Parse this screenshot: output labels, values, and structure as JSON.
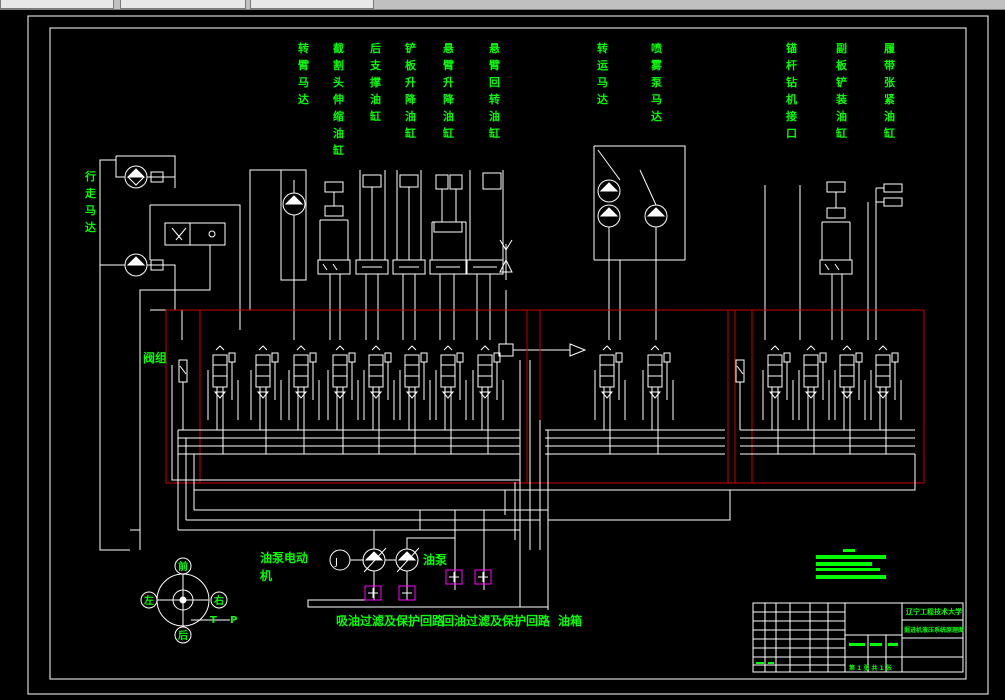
{
  "window": {
    "tabs": [
      "",
      "",
      ""
    ]
  },
  "colors": {
    "background": "#000000",
    "line": "#ffffff",
    "text": "#00ff00",
    "valve_block": "#cc0000",
    "filter_box": "#ff00ff"
  },
  "labels": {
    "travel_motor": "行走马达",
    "actuators": [
      "转臂马达",
      "截割头伸缩油缸",
      "后支撑油缸",
      "铲板升降油缸",
      "悬臂升降油缸",
      "悬臂回转油缸",
      "转运马达",
      "喷雾泵马达",
      "锚杆钻机接口",
      "副板铲装油缸",
      "履带张紧油缸"
    ],
    "valve_group": "阀组",
    "pump_motor": "油泵电动机",
    "oil_pump": "油泵",
    "suction_circuit": "吸油过滤及保护回路",
    "return_circuit": "回油过滤及保护回路",
    "oil_tank": "油箱",
    "joystick": {
      "front": "前",
      "back": "后",
      "left": "左",
      "right": "右",
      "t": "T",
      "p": "P"
    }
  },
  "notes": {
    "title": "",
    "lines": []
  },
  "title_block": {
    "school": "辽宁工程技术大学",
    "drawing_title": "掘进机液压系统原理图",
    "sheet": "第 1 张 共 1 张"
  }
}
